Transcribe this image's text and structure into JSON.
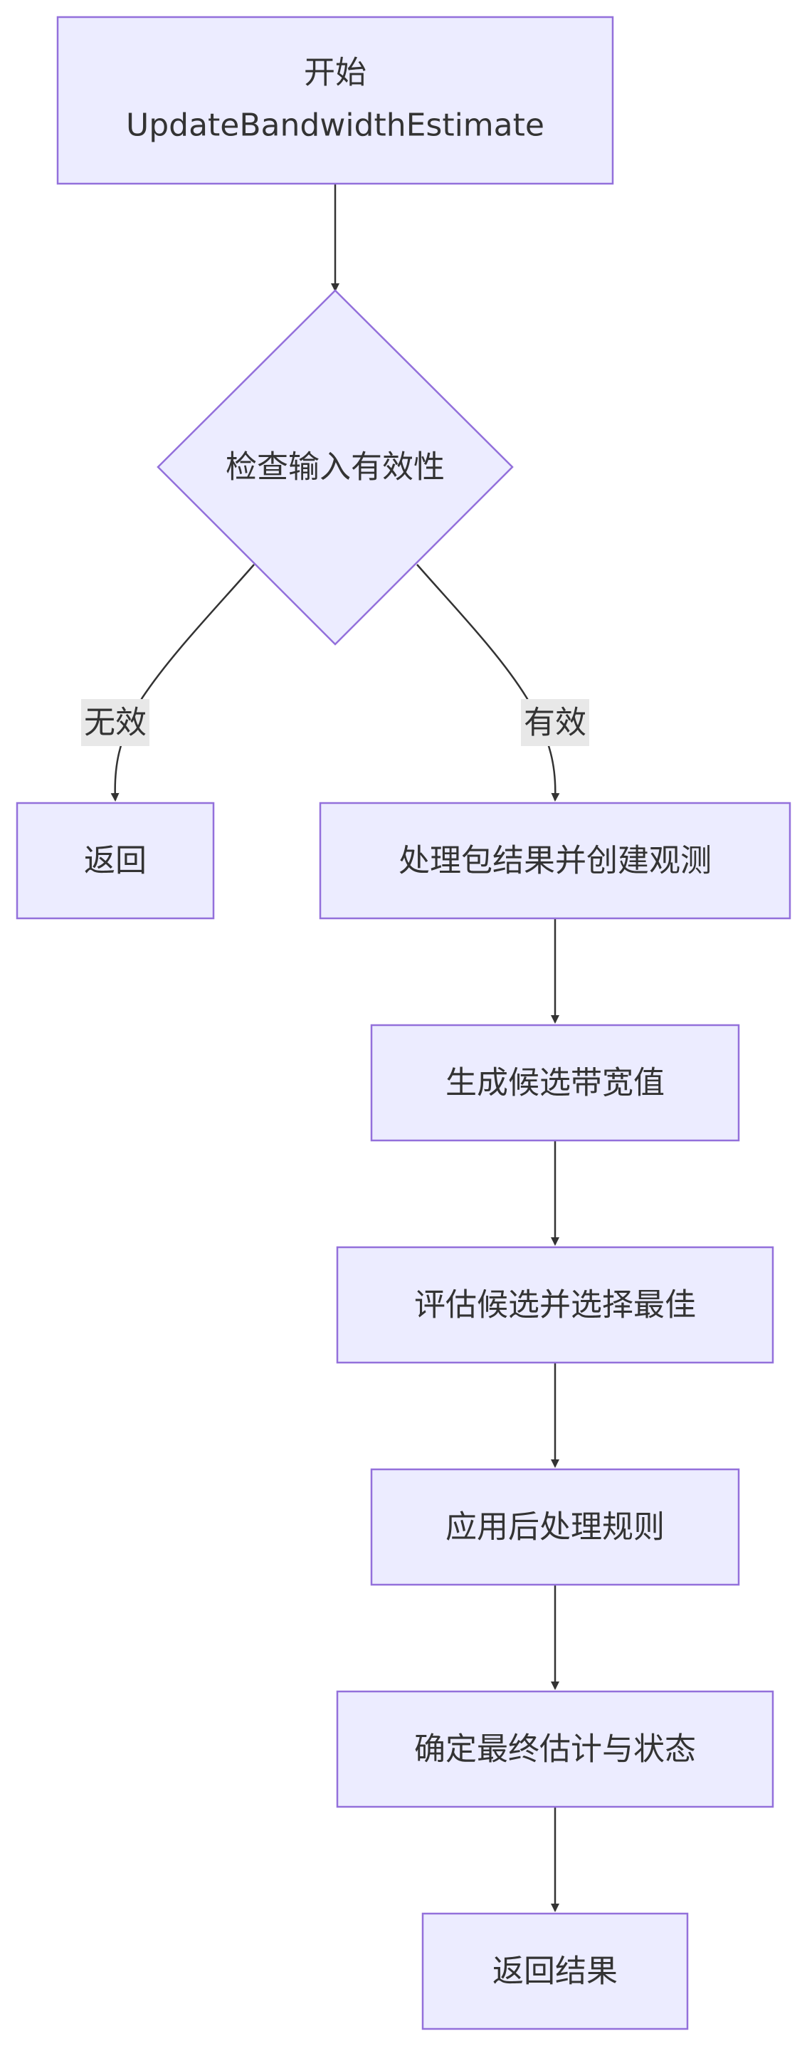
{
  "nodes": {
    "start_line1": "开始",
    "start_line2": "UpdateBandwidthEstimate",
    "check": "检查输入有效性",
    "return": "返回",
    "process": "处理包结果并创建观测",
    "generate": "生成候选带宽值",
    "evaluate": "评估候选并选择最佳",
    "apply": "应用后处理规则",
    "determine": "确定最终估计与状态",
    "return_result": "返回结果"
  },
  "edges": {
    "invalid": "无效",
    "valid": "有效"
  }
}
